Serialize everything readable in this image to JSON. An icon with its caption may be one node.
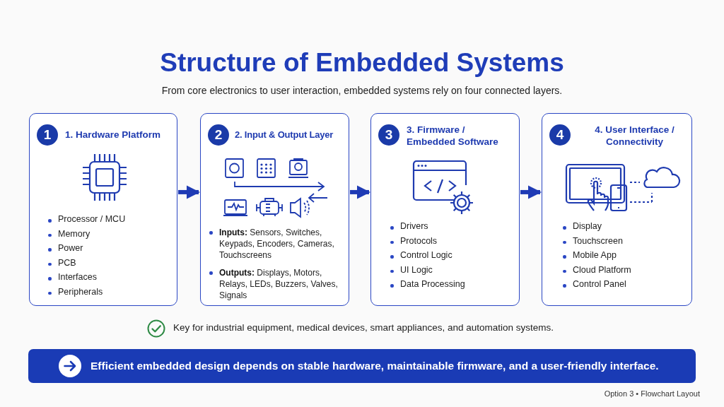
{
  "diagram": {
    "title": "Structure of Embedded Systems",
    "nodes": [
      {
        "text": [
          "1",
          "1. Hardware Platform",
          "Processor / MCU",
          "Memory",
          "Power",
          "PCB",
          "Interfaces",
          "Peripherals"
        ]
      },
      {
        "text": [
          "2",
          "2. Input & Output Layer",
          "**Inputs:** Sensors, Switches, Keypads, Encoders, Cameras, Touchscreens",
          "**Outputs:** Displays, Motors, Relays, LEDs, Buzzers, Valves, Signals"
        ]
      },
      {
        "text": [
          "3",
          "3. Firmware / Embedded Software",
          "Drivers",
          "Protocols",
          "Control Logic",
          "UI Logic",
          "Data Processing"
        ]
      },
      {
        "text": [
          "4",
          "4. User Interface / Connectivity",
          "Display",
          "Touchscreen",
          "Mobile App",
          "Cloud Platform",
          "Control Panel"
        ]
      },
      {
        "text": [
          "Efficient embedded design depends on stable hardware, maintainable firmware, and a user-friendly interface."
        ]
      }
    ],
    "edges": [
      {
        "from": 0,
        "to": 1,
        "arrow": "to"
      },
      {
        "from": 1,
        "to": 2,
        "arrow": "to"
      },
      {
        "from": 2,
        "to": 3,
        "arrow": "to"
      }
    ],
    "labels": [
      "From core electronics to user interaction, embedded systems rely on four connected layers.",
      "Key for industrial equipment, medical devices, smart appliances, and automation systems.",
      "Option 3 • Flowchart Layout"
    ]
  }
}
